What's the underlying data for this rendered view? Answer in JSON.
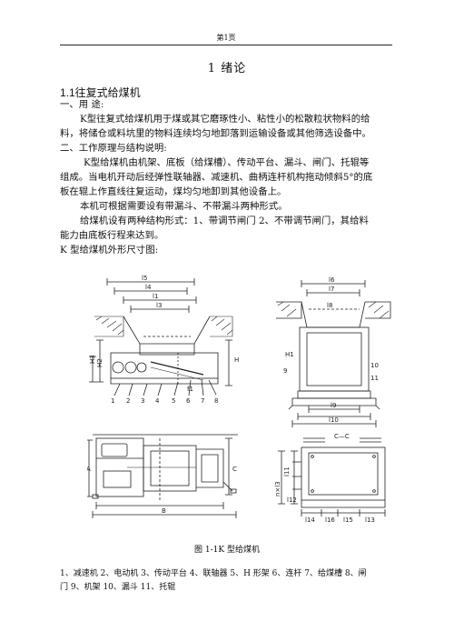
{
  "header": {
    "page_label": "第1页"
  },
  "chapter": {
    "title": "1 绪论"
  },
  "section": {
    "heading": "1.1往复式给煤机"
  },
  "body": {
    "use_heading": "一、用 途:",
    "use_line1": "K型往复式给煤机用于煤或其它磨琢性小、粘性小的松散粒状物料的给",
    "use_line2": "料，将储仓或料坑里的物料连续均匀地卸落到运输设备或其他筛选设备中。",
    "principle_heading": "二、工作原理与结构说明:",
    "principle_line1": "K型给煤机由机架、底板（给煤槽）、传动平台、漏斗、闸门、托辊等",
    "principle_line2": "组成。当电机开动后经弹性联轴器、减速机、曲柄连杆机构拖动倾斜5°的底",
    "principle_line3": "板在辊上作直线往复运动，煤均匀地卸到其他设备上。",
    "funnel_line": "本机可根据需要设有带漏斗、不带漏斗两种形式。",
    "forms_line1": "给煤机设有两种结构形式：1、带调节闸门 2、不带调节闸门，其给料",
    "forms_line2": "能力由底板行程来达到。",
    "dim_intro": "K 型给煤机外形尺寸图:"
  },
  "figure": {
    "labels": {
      "l5": "l5",
      "l4": "l4",
      "l1": "l1",
      "l3": "l3",
      "l7": "l7",
      "l6": "l6",
      "l8": "l8",
      "h": "H",
      "h1": "H1",
      "h2": "H2",
      "h3": "H3",
      "f1": "f1",
      "l9": "l9",
      "l10": "l10",
      "cc": "C—C",
      "a": "A",
      "b": "B",
      "c": "C",
      "l11": "l11",
      "l12": "l12",
      "l13": "l13",
      "l14": "l14",
      "l15": "l15",
      "l16": "l16",
      "nx": "n×l3"
    },
    "callouts": [
      "1",
      "2",
      "3",
      "4",
      "5",
      "6",
      "7",
      "8",
      "9",
      "10",
      "11"
    ]
  },
  "caption": {
    "text": "图 1-1K 型给煤机"
  },
  "legend": {
    "line1": "1、减速机 2、电动机 3、传动平台 4、联轴器 5、H 形架 6、连杆 7、给煤槽 8、闸",
    "line2": "门 9、机架 10、漏斗 11、托辊"
  }
}
